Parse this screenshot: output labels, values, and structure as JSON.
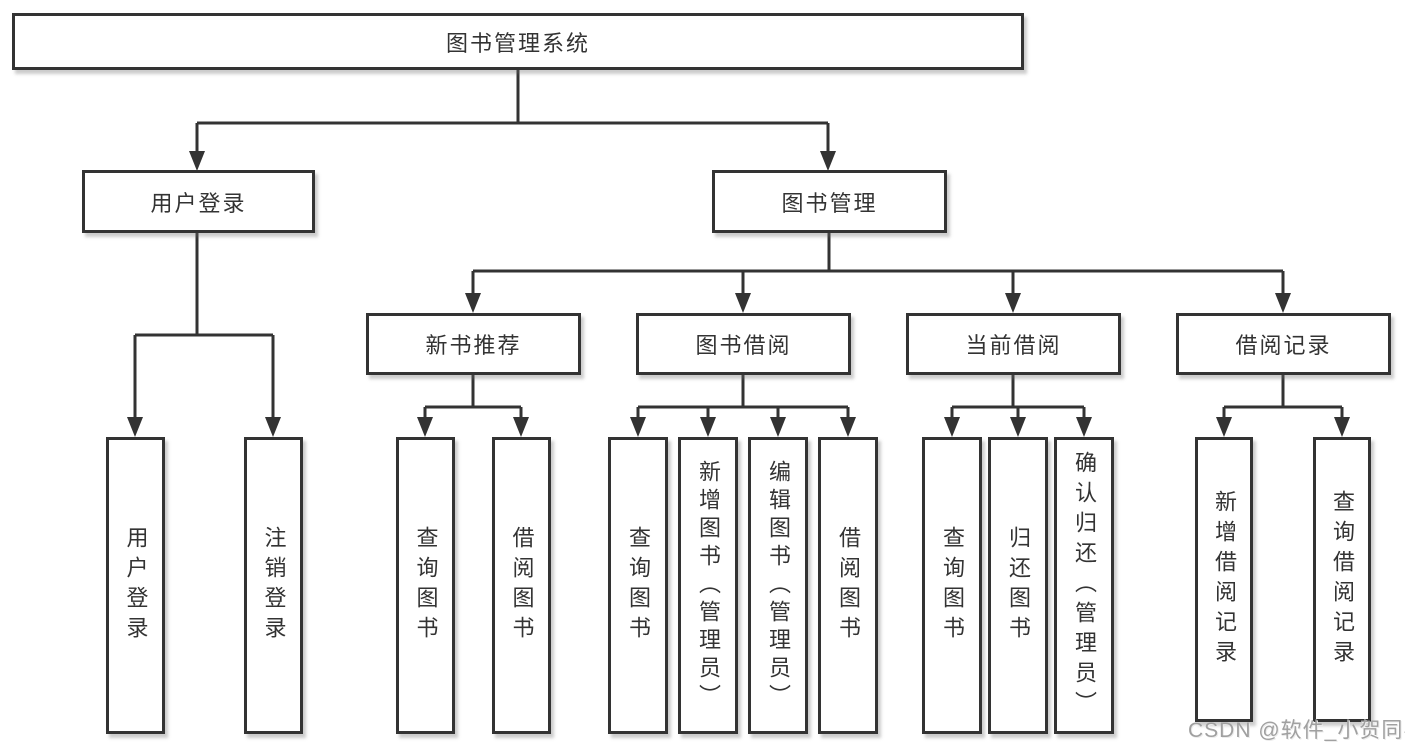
{
  "diagram": {
    "root": {
      "label": "图书管理系统"
    },
    "level2": [
      {
        "label": "用户登录"
      },
      {
        "label": "图书管理"
      }
    ],
    "level3": [
      {
        "label": "新书推荐"
      },
      {
        "label": "图书借阅"
      },
      {
        "label": "当前借阅"
      },
      {
        "label": "借阅记录"
      }
    ],
    "leaves": [
      {
        "label": "用户登录"
      },
      {
        "label": "注销登录"
      },
      {
        "label": "查询图书"
      },
      {
        "label": "借阅图书"
      },
      {
        "label": "查询图书"
      },
      {
        "label": "新增图书（管理员）"
      },
      {
        "label": "编辑图书（管理员）"
      },
      {
        "label": "借阅图书"
      },
      {
        "label": "查询图书"
      },
      {
        "label": "归还图书"
      },
      {
        "label": "确认归还（管理员）"
      },
      {
        "label": "新增借阅记录"
      },
      {
        "label": "查询借阅记录"
      }
    ],
    "watermark": "CSDN @软件_小贺同学",
    "colors": {
      "line": "#333333",
      "text": "#333333",
      "box_fill": "#ffffff",
      "watermark_gray": "#a0a0a0"
    }
  }
}
